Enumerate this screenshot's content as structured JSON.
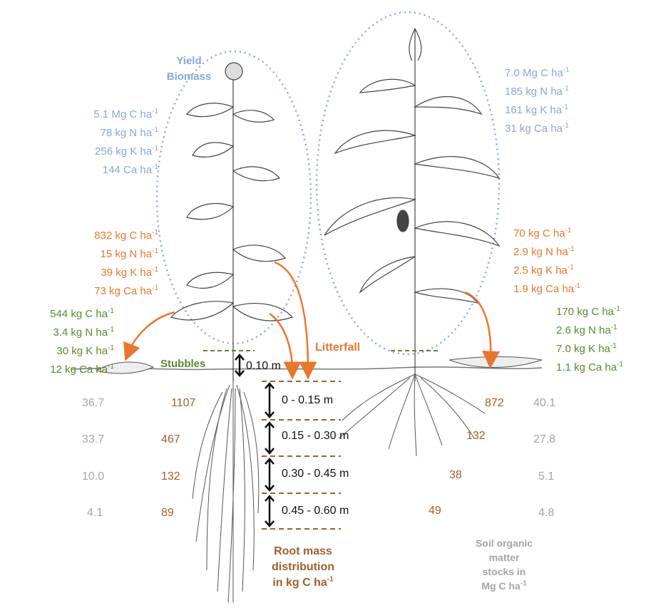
{
  "left_plant": {
    "heading_line1": "Yield",
    "heading_line2": "Biomass",
    "yield": [
      "5.1 Mg C ha",
      "78 kg N ha",
      "256 kg K ha",
      "144 Ca ha"
    ],
    "litterfall": [
      "832 kg C ha",
      "15 kg N ha",
      "39 kg K ha",
      "73 kg Ca ha"
    ],
    "stubbles": [
      "544 kg C ha",
      "3.4 kg N ha",
      "30 kg K ha",
      "12 kg Ca ha"
    ],
    "stubbles_label": "Stubbles",
    "root_mass": [
      "1107",
      "467",
      "132",
      "89"
    ],
    "soil_stock": [
      "36.7",
      "33.7",
      "10.0",
      "4.1"
    ]
  },
  "right_plant": {
    "yield": [
      "7.0 Mg C ha",
      "185 kg N ha",
      "161 kg K ha",
      "31 kg Ca ha"
    ],
    "litterfall": [
      "70 kg C ha",
      "2.9 kg N ha",
      "2.5 kg K ha",
      "1.9 kg Ca ha"
    ],
    "stubbles": [
      "170 kg C ha",
      "2.6 kg N ha",
      "7.0 kg K ha",
      "1.1 kg Ca ha"
    ],
    "root_mass": [
      "872",
      "132",
      "38",
      "49"
    ],
    "soil_stock": [
      "40.1",
      "27.8",
      "5.1",
      "4.8"
    ]
  },
  "litterfall_label": "Litterfall",
  "stubble_height": "0.10 m",
  "depths": [
    "0 - 0.15 m",
    "0.15 - 0.30 m",
    "0.30 - 0.45 m",
    "0.45 - 0.60 m"
  ],
  "unit_superscript": "-1",
  "root_caption": [
    "Root mass",
    "distribution",
    "in kg C ha"
  ],
  "soil_caption": [
    "Soil organic",
    "matter",
    "stocks in",
    "Mg C ha"
  ],
  "colors": {
    "yield": "#8aa7d6",
    "litterfall": "#e8772e",
    "stubbles": "#5a8a2a",
    "root_mass": "#a0602a",
    "soil_stock": "#a5a5a5"
  }
}
